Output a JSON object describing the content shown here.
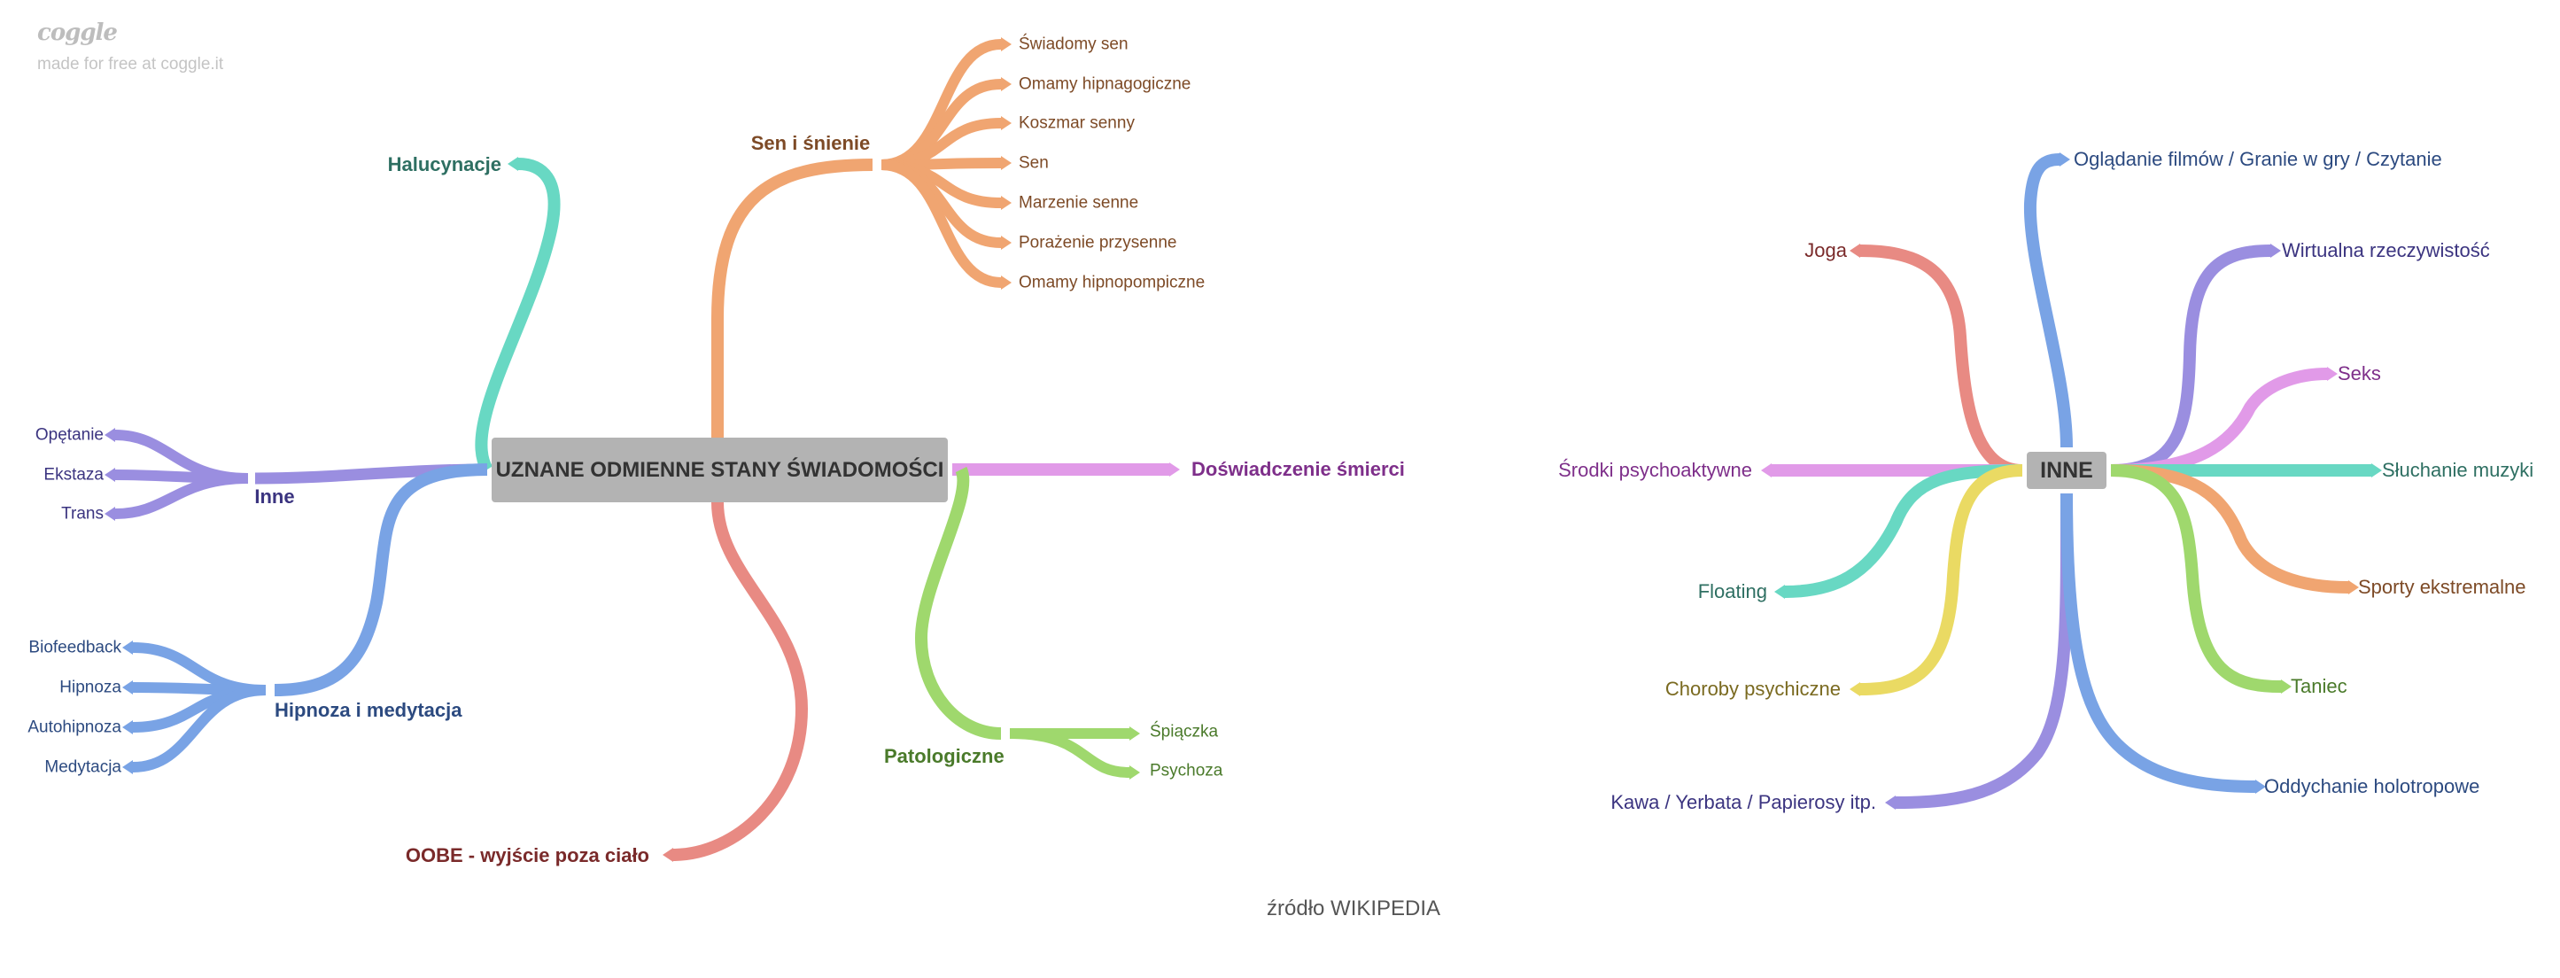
{
  "branding": {
    "logo": "coggle",
    "tagline": "made for free at coggle.it"
  },
  "footer": {
    "source": "źródło WIKIPEDIA"
  },
  "colors": {
    "teal": "#68d8c3",
    "orange": "#f0a571",
    "purple": "#9a8ee0",
    "blue": "#79a3e5",
    "pink": "#e19ae8",
    "green": "#9fd86d",
    "red": "#e88a83",
    "yellow": "#eada63",
    "root_bg": "#b3b3b3",
    "root_text": "#333333"
  },
  "map1": {
    "root": "UZNANE ODMIENNE STANY ŚWIADOMOŚCI",
    "branches": [
      {
        "id": "halucynacje",
        "label": "Halucynacje",
        "color": "teal",
        "text_color": "#2e6f62",
        "children": []
      },
      {
        "id": "sen",
        "label": "Sen i śnienie",
        "color": "orange",
        "text_color": "#7d4a26",
        "children": [
          "Świadomy sen",
          "Omamy hipnagogiczne",
          "Koszmar senny",
          "Sen",
          "Marzenie senne",
          "Porażenie przysenne",
          "Omamy hipnopompiczne"
        ]
      },
      {
        "id": "inne",
        "label": "Inne",
        "color": "purple",
        "text_color": "#3b3480",
        "children": [
          "Opętanie",
          "Ekstaza",
          "Trans"
        ]
      },
      {
        "id": "hipnoza",
        "label": "Hipnoza i medytacja",
        "color": "blue",
        "text_color": "#2c4a80",
        "children": [
          "Biofeedback",
          "Hipnoza",
          "Autohipnoza",
          "Medytacja"
        ]
      },
      {
        "id": "doswiadczenie",
        "label": "Doświadczenie śmierci",
        "color": "pink",
        "text_color": "#7e2f8a",
        "children": []
      },
      {
        "id": "patologiczne",
        "label": "Patologiczne",
        "color": "green",
        "text_color": "#4a7a2a",
        "children": [
          "Śpiączka",
          "Psychoza"
        ]
      },
      {
        "id": "oobe",
        "label": "OOBE - wyjście poza ciało",
        "color": "red",
        "text_color": "#7a2a2a",
        "children": []
      }
    ]
  },
  "map2": {
    "root": "INNE",
    "branches": [
      {
        "label": "Oglądanie filmów / Granie w gry / Czytanie",
        "color": "blue",
        "text_color": "#2c4a80"
      },
      {
        "label": "Joga",
        "color": "red",
        "text_color": "#7a2a2a"
      },
      {
        "label": "Wirtualna rzeczywistość",
        "color": "purple",
        "text_color": "#3b3480"
      },
      {
        "label": "Seks",
        "color": "pink",
        "text_color": "#7e2f8a"
      },
      {
        "label": "Środki psychoaktywne",
        "color": "pink",
        "text_color": "#7e2f8a"
      },
      {
        "label": "Słuchanie muzyki",
        "color": "teal",
        "text_color": "#2e6f62"
      },
      {
        "label": "Floating",
        "color": "teal",
        "text_color": "#2e6f62"
      },
      {
        "label": "Sporty ekstremalne",
        "color": "orange",
        "text_color": "#7d4a26"
      },
      {
        "label": "Choroby psychiczne",
        "color": "yellow",
        "text_color": "#7a6a20"
      },
      {
        "label": "Taniec",
        "color": "green",
        "text_color": "#4a7a2a"
      },
      {
        "label": "Kawa / Yerbata / Papierosy itp.",
        "color": "purple",
        "text_color": "#3b3480"
      },
      {
        "label": "Oddychanie holotropowe",
        "color": "blue",
        "text_color": "#2c4a80"
      }
    ]
  }
}
